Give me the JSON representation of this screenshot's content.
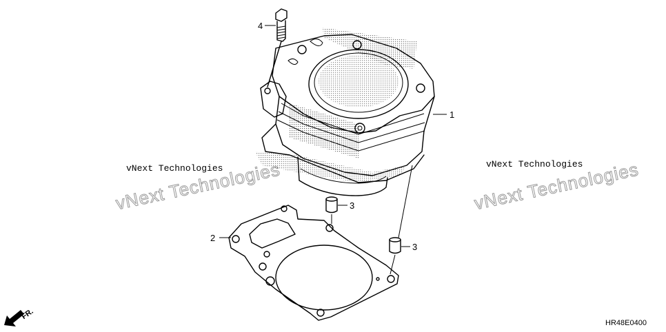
{
  "callouts": {
    "cylinder": "1",
    "gasket": "2",
    "dowel_upper": "3",
    "dowel_lower": "3",
    "bolt": "4"
  },
  "watermark": {
    "left_small": "vNext Technologies",
    "left_big": "vNext Technologies",
    "right_small": "vNext Technologies",
    "right_big": "vNext Technologies"
  },
  "diagram_code": "HR48E0400",
  "direction_label": "FR."
}
